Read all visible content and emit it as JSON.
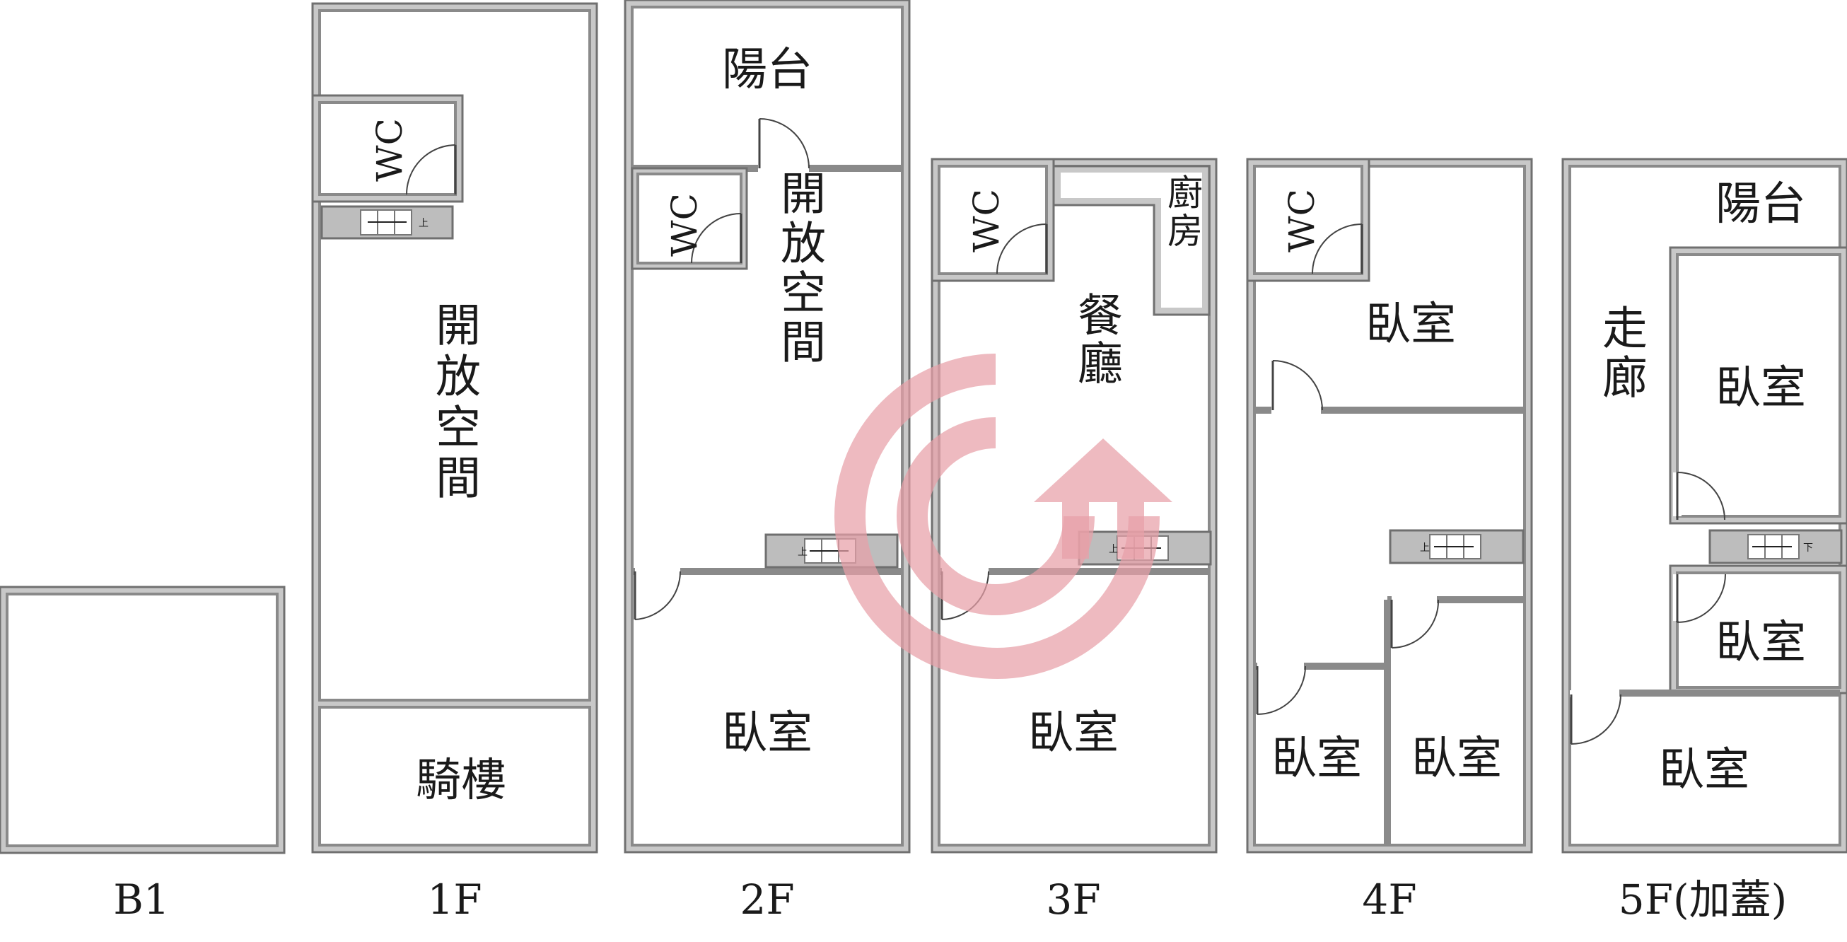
{
  "floors": [
    {
      "id": "b1",
      "label": "B1",
      "rooms": []
    },
    {
      "id": "1f",
      "label": "1F",
      "rooms": [
        "WC",
        "開放空間",
        "騎樓"
      ],
      "stair_label": "上"
    },
    {
      "id": "2f",
      "label": "2F",
      "rooms": [
        "陽台",
        "WC",
        "開放空間",
        "臥室"
      ],
      "stair_label": "上"
    },
    {
      "id": "3f",
      "label": "3F",
      "rooms": [
        "WC",
        "廚房",
        "餐廳",
        "臥室"
      ],
      "stair_label": "上"
    },
    {
      "id": "4f",
      "label": "4F",
      "rooms": [
        "WC",
        "臥室",
        "臥室",
        "臥室"
      ],
      "stair_label": "上"
    },
    {
      "id": "5f",
      "label": "5F(加蓋)",
      "rooms": [
        "陽台",
        "走廊",
        "臥室",
        "臥室",
        "臥室"
      ],
      "stair_label": "下"
    }
  ],
  "colors": {
    "wall": "#8a8a8a",
    "band": "#c8c8c8",
    "watermark": "#e8a0a8"
  },
  "watermark_icon": "brand-logo-icon"
}
